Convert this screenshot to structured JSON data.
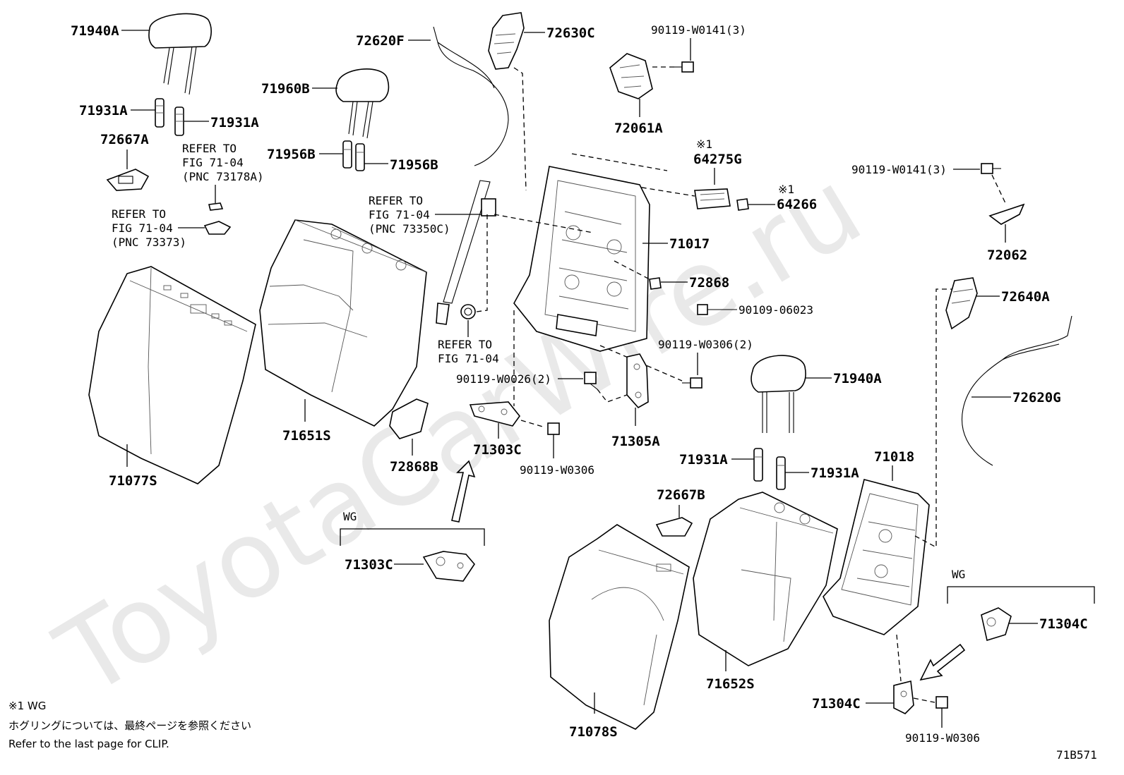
{
  "watermark": "ToyotaCarWire.ru",
  "figure_code": "71B571",
  "footnote": {
    "line1": "※1 WG",
    "line2": "ホグリングについては、最終ページを参照ください",
    "line3": "Refer to the last page for CLIP."
  },
  "groups": {
    "wg_left": "WG",
    "wg_right": "WG"
  },
  "refers": {
    "r1": [
      "REFER TO",
      "FIG 71-04",
      "(PNC 73178A)"
    ],
    "r2": [
      "REFER TO",
      "FIG 71-04",
      "(PNC 73373)"
    ],
    "r3": [
      "REFER TO",
      "FIG 71-04",
      "(PNC 73350C)"
    ],
    "r4": [
      "REFER TO",
      "FIG 71-04"
    ]
  },
  "labels": {
    "p71940A_top": "71940A",
    "p71931A_l1": "71931A",
    "p71931A_l2": "71931A",
    "p72667A": "72667A",
    "p71960B": "71960B",
    "p71956B_1": "71956B",
    "p71956B_2": "71956B",
    "p72620F": "72620F",
    "p72630C": "72630C",
    "p90119_W0141_top": "90119-W0141(3)",
    "p72061A": "72061A",
    "p64275G_mark": "※1",
    "p64275G": "64275G",
    "p64266_mark": "※1",
    "p64266": "64266",
    "p90119_W0141_right": "90119-W0141(3)",
    "p72062": "72062",
    "p71017": "71017",
    "p72868": "72868",
    "p90109_06023": "90109-06023",
    "p90119_W0306_2": "90119-W0306(2)",
    "p72640A": "72640A",
    "p90119_W0026_2": "90119-W0026(2)",
    "p71940A_right": "71940A",
    "p72620G": "72620G",
    "p71303C_main": "71303C",
    "p71305A": "71305A",
    "p90119_W0306_mid": "90119-W0306",
    "p71651S": "71651S",
    "p71077S": "71077S",
    "p72868B": "72868B",
    "p71931A_r1": "71931A",
    "p71931A_r2": "71931A",
    "p71018": "71018",
    "p72667B": "72667B",
    "p71303C_wg": "71303C",
    "p71304C_wg": "71304C",
    "p71652S": "71652S",
    "p71304C_main": "71304C",
    "p90119_W0306_bottom": "90119-W0306",
    "p71078S": "71078S"
  }
}
